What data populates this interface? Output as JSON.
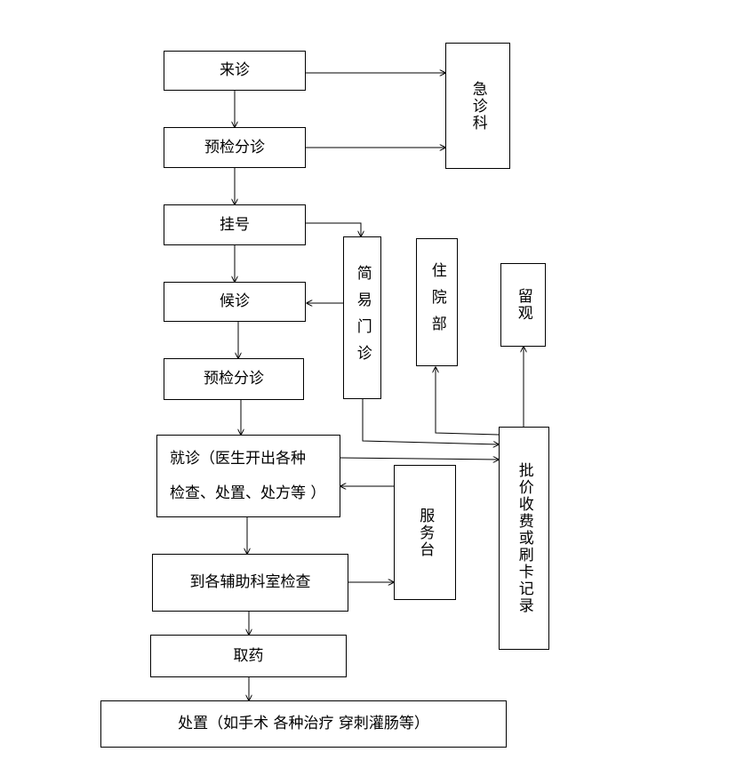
{
  "nodes": {
    "lai_zhen": "来诊",
    "yu_jian_1": "预检分诊",
    "gua_hao": "挂号",
    "hou_zhen": "候诊",
    "yu_jian_2": "预检分诊",
    "jiu_zhen_line1": "就诊（医生开出各种",
    "jiu_zhen_line2": "检查、处置、处方等 ）",
    "fuzhu_jiancha": "到各辅助科室检查",
    "qu_yao": "取药",
    "chu_zhi": "处置（如手术  各种治疗  穿刺灌肠等）",
    "ji_zhen_ke": "急诊科",
    "jian_yi_menzhen": "简易门诊",
    "zhu_yuan_bu": "住院部",
    "liu_guan": "留观",
    "fu_wu_tai": "服务台",
    "pi_jia": "批价收费或刷卡记录"
  }
}
